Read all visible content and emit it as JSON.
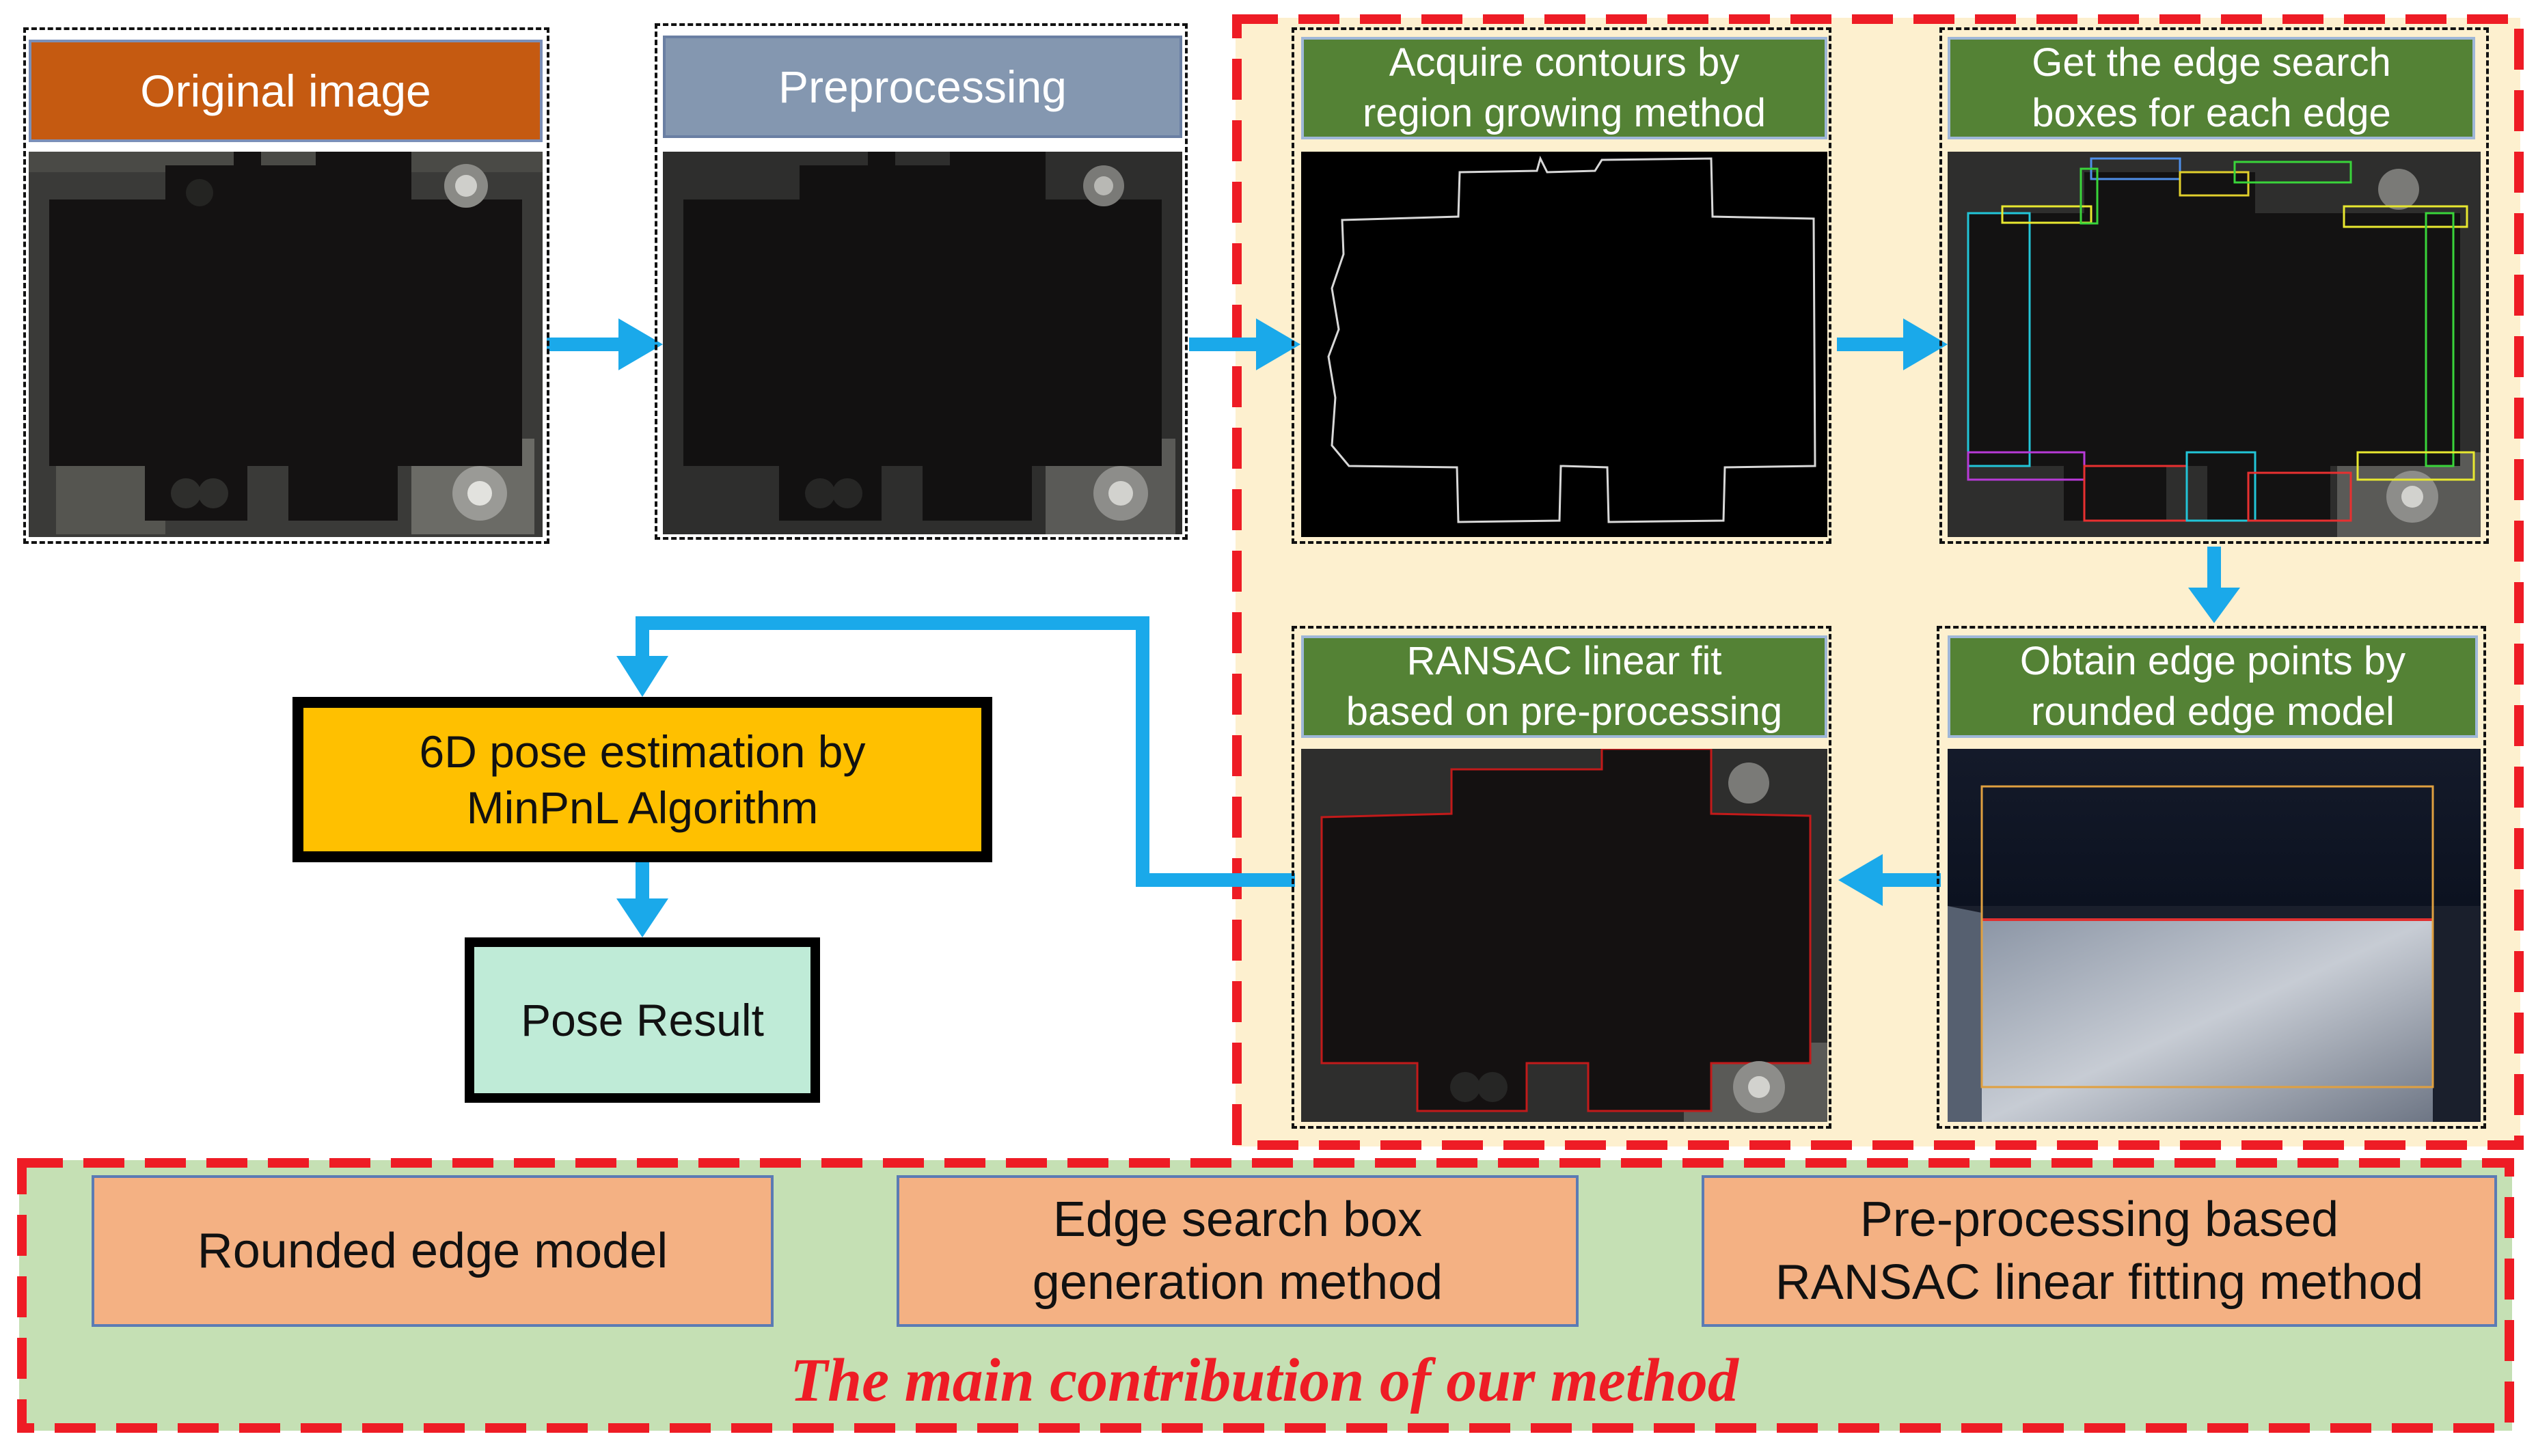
{
  "steps": {
    "original": "Original image",
    "preprocessing": "Preprocessing",
    "contours": "Acquire contours by\nregion growing method",
    "search_boxes": "Get the edge search\nboxes for each edge",
    "edge_points": "Obtain edge points by\nrounded edge model",
    "ransac": "RANSAC linear fit\nbased on pre-processing",
    "pose_estimation": "6D pose estimation by\nMinPnL Algorithm",
    "pose_result": "Pose Result"
  },
  "contributions": {
    "items": [
      "Rounded edge model",
      "Edge search box\ngeneration method",
      "Pre-processing based\nRANSAC linear fitting method"
    ],
    "caption": "The main contribution of our method"
  },
  "colors": {
    "arrow": "#1aa9ea",
    "highlight_region": "#fdf0cf",
    "contribution_region": "#c5e0b4",
    "dash_red": "#ee1c25",
    "header_orange": "#c55a11",
    "header_blue": "#8497b0",
    "header_green": "#548235",
    "pose_box": "#ffc000",
    "result_box": "#bfebd7",
    "contribution_box": "#f4b183"
  }
}
